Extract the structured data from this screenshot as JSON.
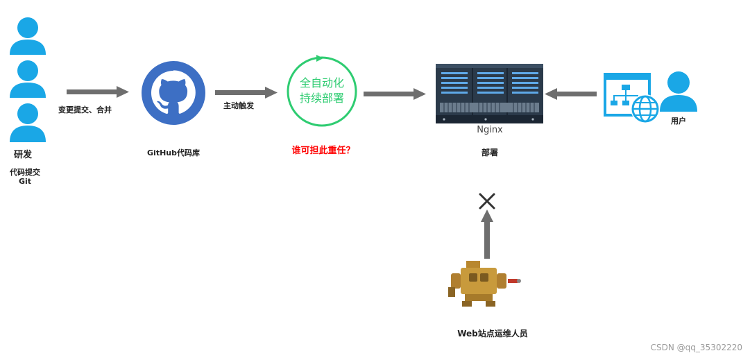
{
  "developers": {
    "title": "研发",
    "subtitle_line1": "代码提交",
    "subtitle_line2": "Git"
  },
  "arrow_dev_to_repo": {
    "label": "变更提交、合并"
  },
  "repo": {
    "label": "GitHub代码库"
  },
  "arrow_repo_to_ci": {
    "label": "主动触发"
  },
  "ci": {
    "line1": "全自动化",
    "line2": "持续部署",
    "question": "谁可担此重任？"
  },
  "server": {
    "name": "Nginx",
    "caption": "部署"
  },
  "user": {
    "label": "用户"
  },
  "ops": {
    "label": "Web站点运维人员"
  },
  "watermark": "CSDN @qq_35302220",
  "colors": {
    "person_blue": "#1aa7e6",
    "github_blue": "#3d6fc4",
    "ci_green": "#2ecc71",
    "arrow_gray": "#6e6e6e",
    "question_red": "#ff0000",
    "server_dark": "#2b3a4a"
  }
}
